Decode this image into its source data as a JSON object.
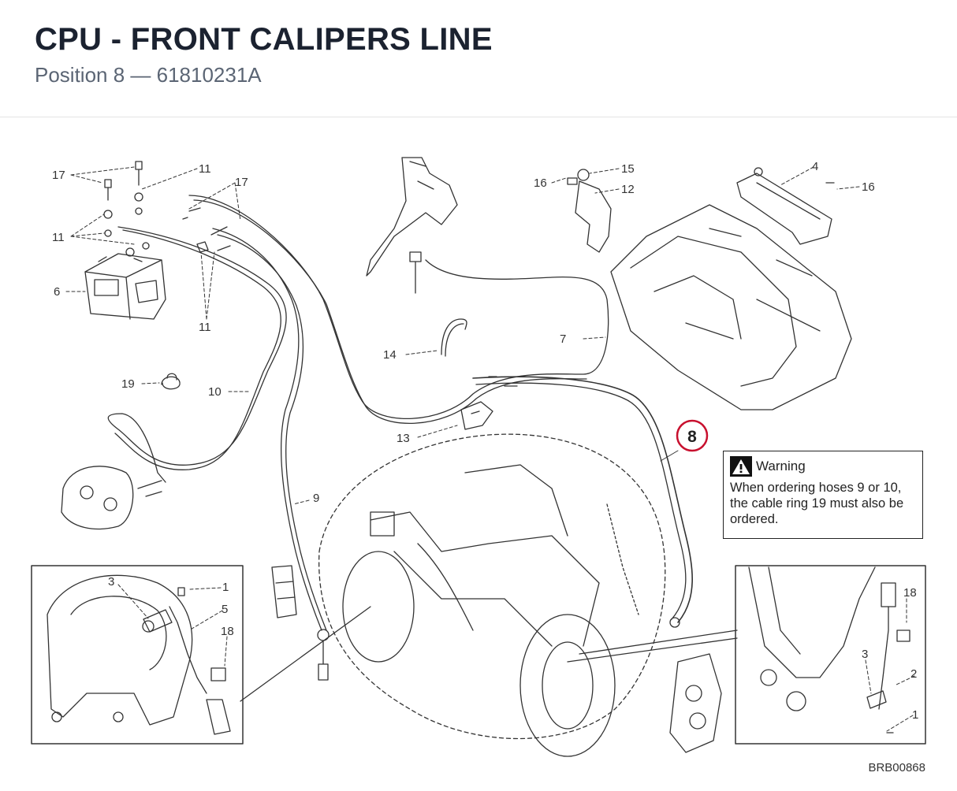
{
  "header": {
    "title": "CPU - FRONT CALIPERS LINE",
    "subtitle": "Position 8 — 61810231A"
  },
  "callouts": {
    "p1": "1",
    "p2": "2",
    "p3": "3",
    "p4": "4",
    "p5": "5",
    "p6": "6",
    "p7": "7",
    "p8": "8",
    "p9": "9",
    "p10": "10",
    "p11": "11",
    "p12": "12",
    "p13": "13",
    "p14": "14",
    "p15": "15",
    "p16": "16",
    "p17": "17",
    "p18": "18",
    "p19": "19"
  },
  "highlight": {
    "position": "8",
    "color": "#c8102e"
  },
  "warning": {
    "icon": "warning-icon",
    "title": "Warning",
    "text": "When ordering hoses 9 or 10, the cable ring 19 must also be ordered."
  },
  "drawing_code": "BRB00868"
}
